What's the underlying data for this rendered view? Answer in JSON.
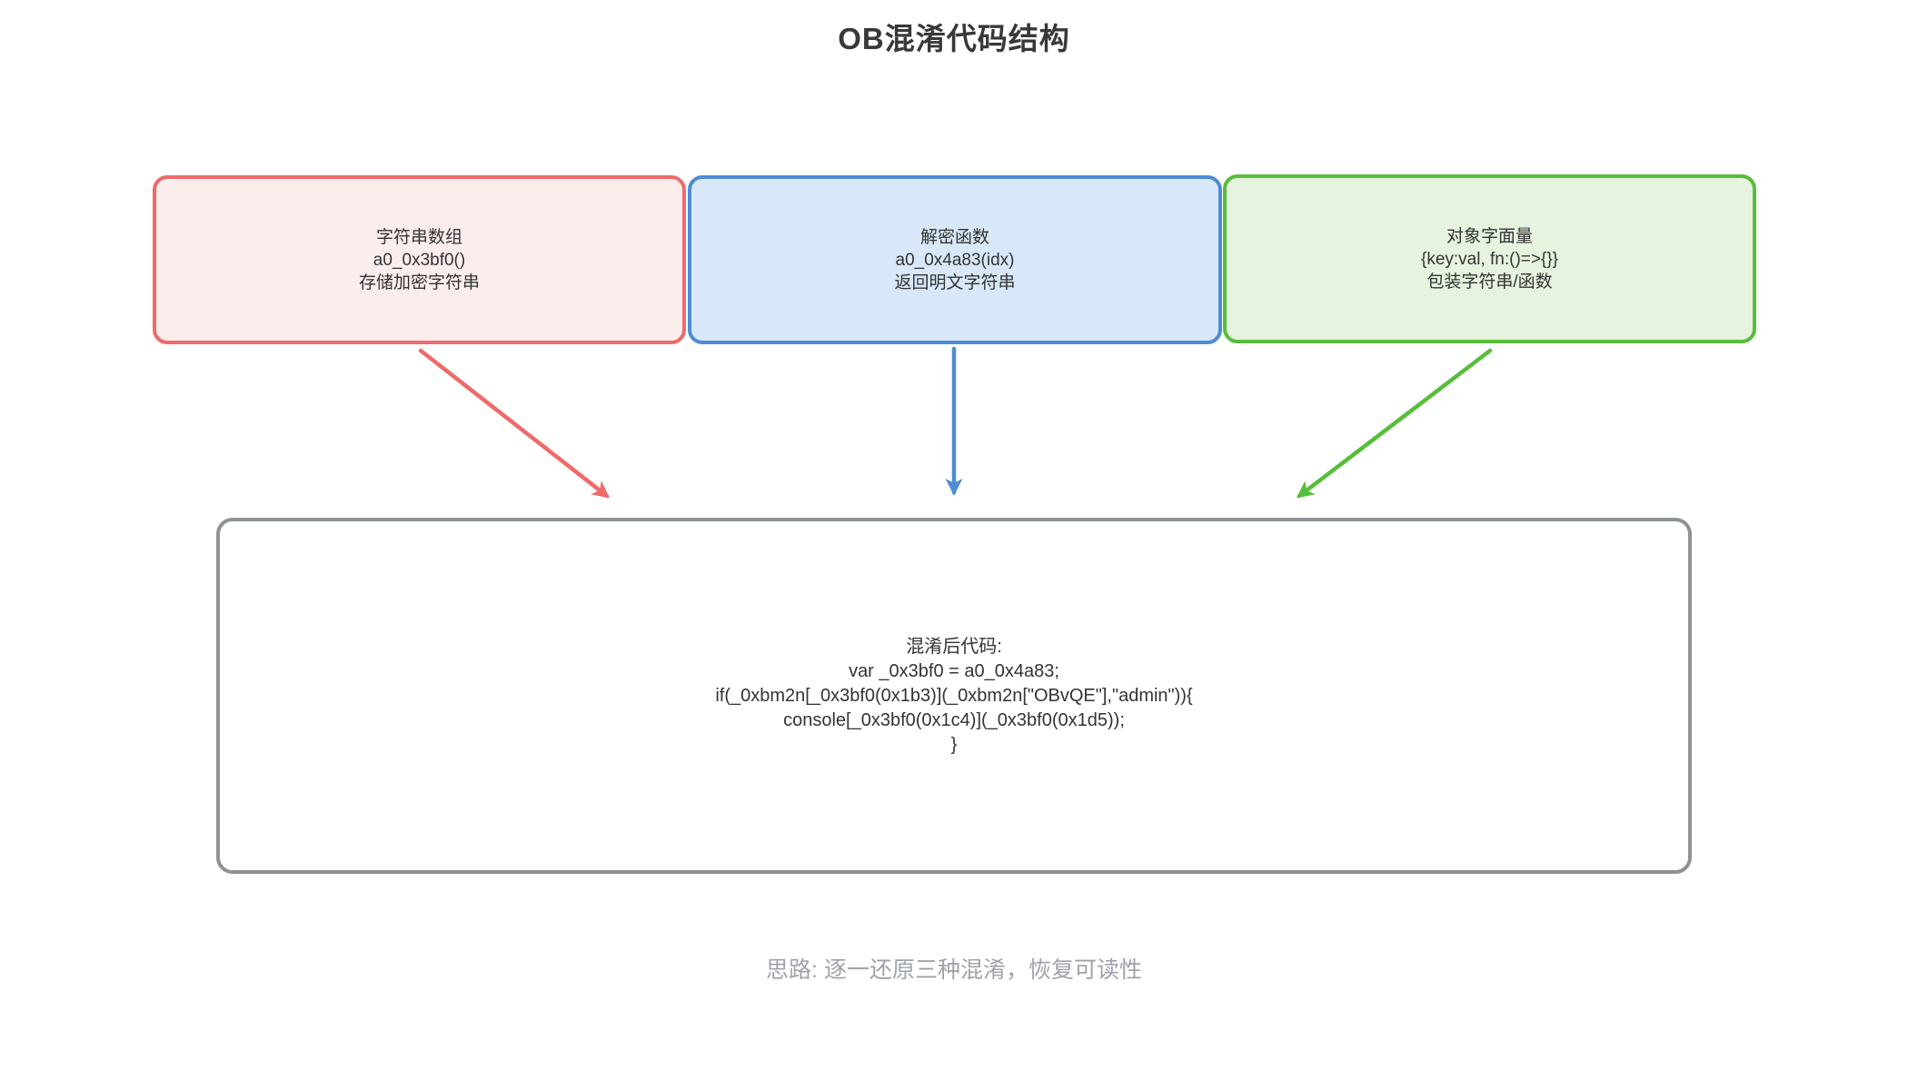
{
  "title": "OB混淆代码结构",
  "nodes": [
    {
      "name": "string-array",
      "label_lines": [
        "字符串数组",
        "a0_0x3bf0()",
        "存储加密字符串"
      ],
      "border_color": "#EF6A6A",
      "fill_color": "#FCEDED"
    },
    {
      "name": "decrypt-function",
      "label_lines": [
        "解密函数",
        "a0_0x4a83(idx)",
        "返回明文字符串"
      ],
      "border_color": "#4E8BD5",
      "fill_color": "#D9E8F8"
    },
    {
      "name": "object-literal",
      "label_lines": [
        "对象字面量",
        "{key:val, fn:()=>{}}",
        "包装字符串/函数"
      ],
      "border_color": "#57BE3B",
      "fill_color": "#E6F3DF"
    }
  ],
  "code_box": {
    "border_color": "#8E9296",
    "lines": [
      "混淆后代码:",
      "var _0x3bf0 = a0_0x4a83;",
      "if(_0xbm2n[_0x3bf0(0x1b3)](_0xbm2n[\"OBvQE\"],\"admin\")){",
      "console[_0x3bf0(0x1c4)](_0x3bf0(0x1d5));",
      "}"
    ]
  },
  "arrows": [
    {
      "name": "arrow-string-array",
      "color": "#EF6A6A"
    },
    {
      "name": "arrow-decrypt-function",
      "color": "#4E8BD5"
    },
    {
      "name": "arrow-object-literal",
      "color": "#57BE3B"
    }
  ],
  "note": "思路: 逐一还原三种混淆，恢复可读性"
}
